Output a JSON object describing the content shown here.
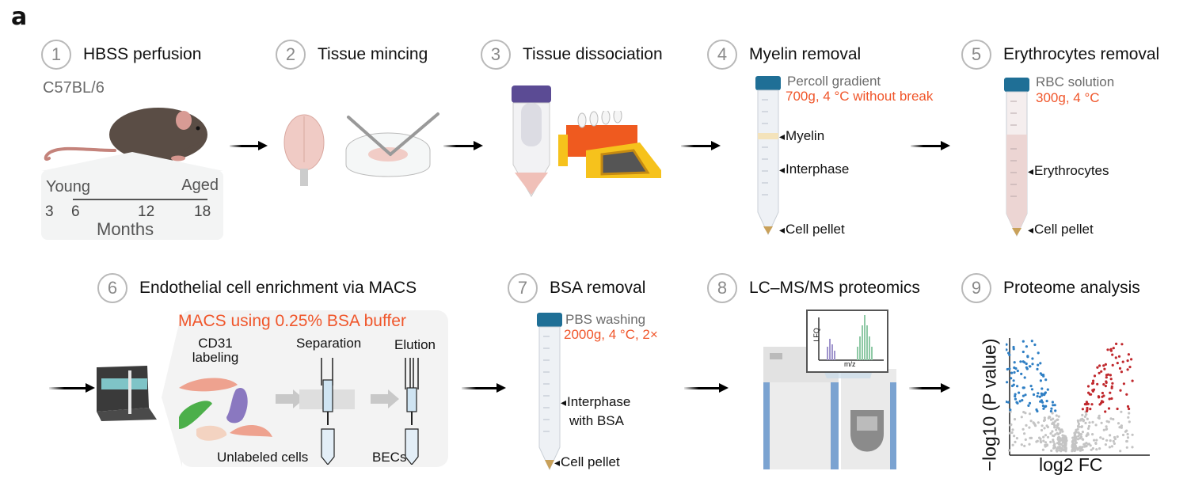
{
  "panel_letter": "a",
  "steps": [
    {
      "number": "1",
      "title": "HBSS perfusion"
    },
    {
      "number": "2",
      "title": "Tissue mincing"
    },
    {
      "number": "3",
      "title": "Tissue dissociation"
    },
    {
      "number": "4",
      "title": "Myelin removal"
    },
    {
      "number": "5",
      "title": "Erythrocytes removal"
    },
    {
      "number": "6",
      "title": "Endothelial cell enrichment via MACS"
    },
    {
      "number": "7",
      "title": "BSA removal"
    },
    {
      "number": "8",
      "title": "LC–MS/MS proteomics"
    },
    {
      "number": "9",
      "title": "Proteome analysis"
    }
  ],
  "step1": {
    "strain": "C57BL/6",
    "young": "Young",
    "aged": "Aged",
    "ticks": [
      "3",
      "6",
      "12",
      "18"
    ],
    "axis_label": "Months"
  },
  "step4": {
    "method": "Percoll gradient",
    "condition": "700g, 4 °C without break",
    "layers": [
      "Myelin",
      "Interphase",
      "Cell pellet"
    ]
  },
  "step5": {
    "method": "RBC solution",
    "condition": "300g, 4 °C",
    "layers": [
      "Erythrocytes",
      "Cell pellet"
    ]
  },
  "step6": {
    "buffer": "MACS using 0.25% BSA buffer",
    "stages": [
      "CD31",
      "labeling",
      "Separation",
      "Elution"
    ],
    "outputs": [
      "Unlabeled cells",
      "BECs"
    ]
  },
  "step7": {
    "method": "PBS washing",
    "condition": "2000g, 4 °C, 2×",
    "layers": [
      "Interphase",
      "with BSA",
      "Cell pellet"
    ]
  },
  "step8": {
    "y_label": "LFQ",
    "x_label": "m/z"
  },
  "step9": {
    "y_label": "−log10 (P value)",
    "x_label": "log2 FC"
  },
  "colors": {
    "orange": "#f0562b",
    "down_blue": "#2f7fc4",
    "up_red": "#c0282d",
    "ns_grey": "#c4c4c4",
    "cap_blue": "#1f6f96",
    "cap_purple": "#5b4b94"
  }
}
